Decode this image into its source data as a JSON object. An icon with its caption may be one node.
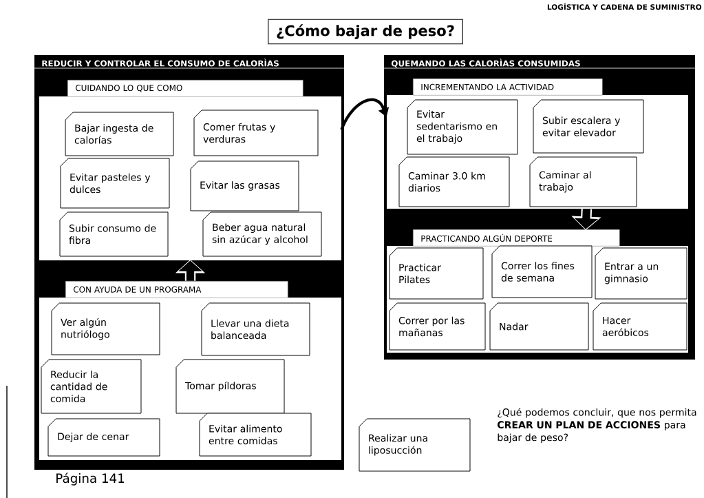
{
  "diagram": {
    "title": "¿Cómo bajar de peso?",
    "nodes": [
      {
        "text": [
          "REDUCIR Y CONTROLAR EL CONSUMO DE CALORÌAS"
        ]
      },
      {
        "text": [
          "CUIDANDO LO QUE COMO"
        ],
        "in": 0
      },
      {
        "text": [
          "Bajar ingesta de calorías"
        ],
        "in": 1
      },
      {
        "text": [
          "Comer frutas y verduras"
        ],
        "in": 1
      },
      {
        "text": [
          "Evitar pasteles y dulces"
        ],
        "in": 1
      },
      {
        "text": [
          "Evitar las grasas"
        ],
        "in": 1
      },
      {
        "text": [
          "Subir consumo de fibra"
        ],
        "in": 1
      },
      {
        "text": [
          "Beber agua natural sin azúcar y alcohol"
        ],
        "in": 1
      },
      {
        "text": [
          "CON AYUDA DE UN PROGRAMA"
        ],
        "in": 0
      },
      {
        "text": [
          "Ver algún nutriólogo"
        ],
        "in": 8
      },
      {
        "text": [
          "Llevar una dieta balanceada"
        ],
        "in": 8
      },
      {
        "text": [
          "Reducir la cantidad de comida"
        ],
        "in": 8
      },
      {
        "text": [
          "Tomar píldoras"
        ],
        "in": 8
      },
      {
        "text": [
          "Dejar de cenar"
        ],
        "in": 8
      },
      {
        "text": [
          "Evitar alimento entre comidas"
        ],
        "in": 8
      },
      {
        "text": [
          "QUEMANDO LAS CALORÌAS CONSUMIDAS"
        ]
      },
      {
        "text": [
          "INCREMENTANDO LA ACTIVIDAD"
        ],
        "in": 15
      },
      {
        "text": [
          "Evitar sedentarismo en el trabajo"
        ],
        "in": 16
      },
      {
        "text": [
          "Subir escalera y evitar elevador"
        ],
        "in": 16
      },
      {
        "text": [
          "Caminar 3.0 km diarios"
        ],
        "in": 16
      },
      {
        "text": [
          "Caminar al trabajo"
        ],
        "in": 16
      },
      {
        "text": [
          "PRACTICANDO ALGÚN DEPORTE"
        ],
        "in": 15
      },
      {
        "text": [
          "Practicar Pilates"
        ],
        "in": 21
      },
      {
        "text": [
          "Correr los fines de semana"
        ],
        "in": 21
      },
      {
        "text": [
          "Entrar a un gimnasio"
        ],
        "in": 21
      },
      {
        "text": [
          "Correr por las mañanas"
        ],
        "in": 21
      },
      {
        "text": [
          "Nadar"
        ],
        "in": 21
      },
      {
        "text": [
          "Hacer aeróbicos"
        ],
        "in": 21
      },
      {
        "text": [
          "Realizar una liposucción"
        ]
      }
    ],
    "edges": [
      {
        "from": 8,
        "to": 1,
        "arrow": "to"
      },
      {
        "from": 1,
        "to": 16,
        "arrow": "to"
      },
      {
        "from": 16,
        "to": 21,
        "arrow": "to"
      }
    ],
    "labels": [
      "LOGÍSTICA Y CADENA DE SUMINISTRO",
      "¿Qué podemos concluir, que nos permita **CREAR UN PLAN DE ACCIONES** para bajar de peso?",
      "Página 141"
    ]
  }
}
